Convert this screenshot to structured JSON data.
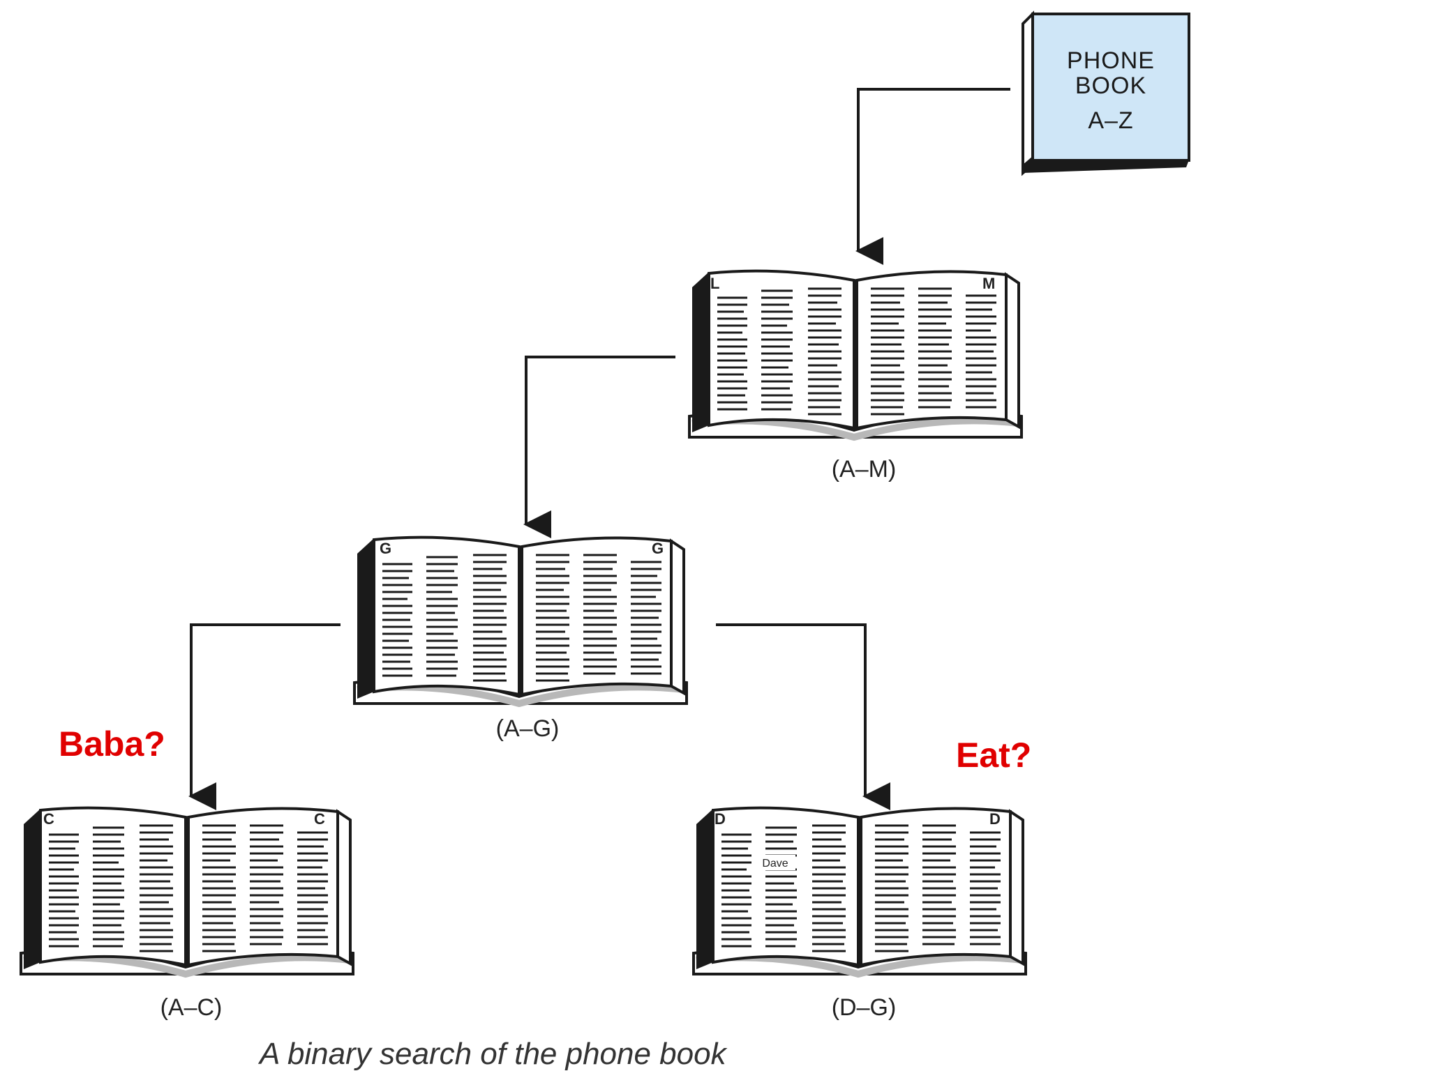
{
  "diagram": {
    "phone_book": {
      "line1": "PHONE",
      "line2": "BOOK",
      "line3": "A–Z"
    },
    "books": {
      "a_m": {
        "range": "(A–M)",
        "left_letter": "L",
        "right_letter": "M"
      },
      "a_g": {
        "range": "(A–G)",
        "left_letter": "G",
        "right_letter": "G"
      },
      "a_c": {
        "range": "(A–C)",
        "left_letter": "C",
        "right_letter": "C"
      },
      "d_g": {
        "range": "(D–G)",
        "left_letter": "D",
        "right_letter": "D",
        "page_word": "Dave"
      }
    },
    "questions": {
      "left": "Baba?",
      "right": "Eat?"
    },
    "caption": "A binary search of the phone book",
    "colors": {
      "question_red": "#e00000",
      "cover_blue": "#cfe6f7",
      "ink": "#1a1a1a"
    }
  }
}
